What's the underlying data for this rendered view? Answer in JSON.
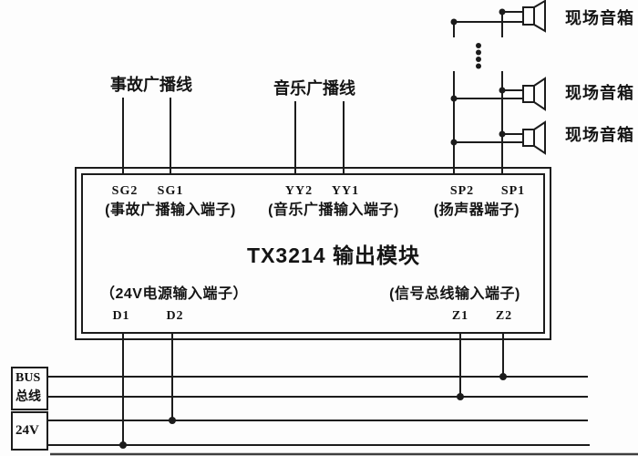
{
  "diagram": {
    "title": "TX3214 输出模块",
    "top_labels": {
      "accident_line": "事故广播线",
      "music_line": "音乐广播线"
    },
    "terminals": {
      "sg2": "SG2",
      "sg1": "SG1",
      "yy2": "YY2",
      "yy1": "YY1",
      "sp2": "SP2",
      "sp1": "SP1",
      "d1": "D1",
      "d2": "D2",
      "z1": "Z1",
      "z2": "Z2"
    },
    "terminal_groups": {
      "accident_input": "(事故广播输入端子)",
      "music_input": "(音乐广播输入端子)",
      "speaker_output": "(扬声器端子)",
      "power_input": "（24V电源输入端子）",
      "signal_input": "(信号总线输入端子)"
    },
    "speakers": [
      {
        "label": "现场音箱"
      },
      {
        "label": "现场音箱"
      },
      {
        "label": "现场音箱"
      }
    ],
    "bus_box": {
      "line1": "BUS",
      "line2": "总线"
    },
    "power_box": {
      "label": "24V"
    },
    "colors": {
      "line": "#1c1c1c",
      "background": "#fdfdfd"
    }
  }
}
